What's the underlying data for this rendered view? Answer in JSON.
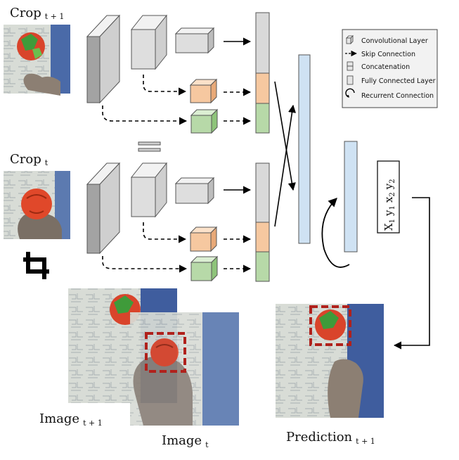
{
  "labels": {
    "crop_t1": {
      "main": "Crop",
      "sub": "t + 1"
    },
    "crop_t": {
      "main": "Crop",
      "sub": "t"
    },
    "image_t1": {
      "main": "Image",
      "sub": "t + 1"
    },
    "image_t": {
      "main": "Image",
      "sub": "t"
    },
    "prediction": {
      "main": "Prediction",
      "sub": "t + 1"
    }
  },
  "output_vector": [
    "X",
    "1",
    "y",
    "1",
    "x",
    "2",
    "y",
    "2"
  ],
  "legend": {
    "items": [
      {
        "icon": "conv-layer-icon",
        "label": "Convolutional Layer"
      },
      {
        "icon": "skip-arrow-icon",
        "label": "Skip Connection"
      },
      {
        "icon": "concat-icon",
        "label": "Concatenation"
      },
      {
        "icon": "fc-layer-icon",
        "label": "Fully Connected Layer"
      },
      {
        "icon": "recurrent-icon",
        "label": "Recurrent Connection"
      }
    ]
  },
  "colors": {
    "conv_gray": "#d9d9d9",
    "orange": "#f6c8a0",
    "green": "#b7d9a8",
    "fc_blue": "#cfe2f3",
    "bbox_red": "#b0211c",
    "tomato": "#d9442b"
  }
}
